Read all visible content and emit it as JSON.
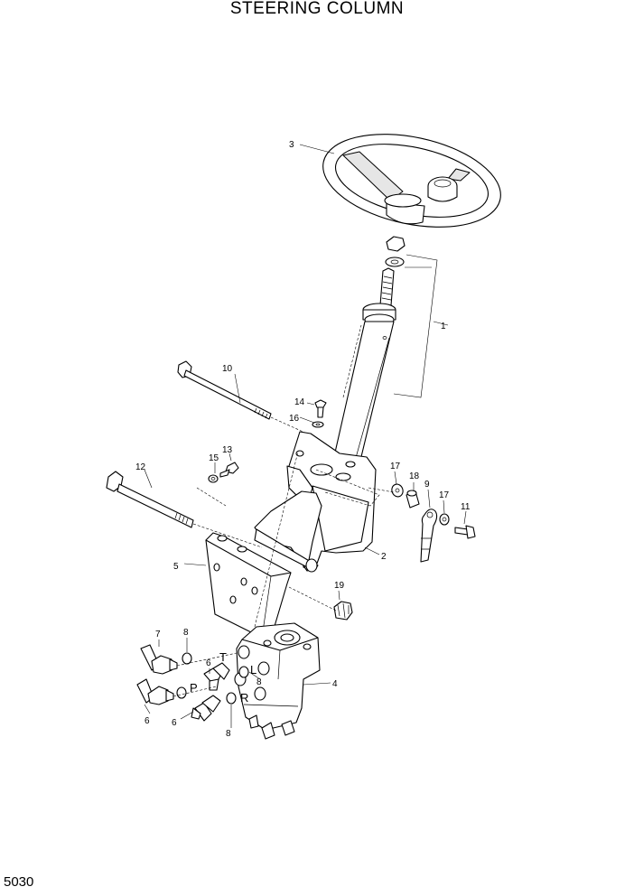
{
  "title": "STEERING COLUMN",
  "page_number": "5030",
  "callouts": {
    "c1": "1",
    "c2": "2",
    "c3": "3",
    "c4": "4",
    "c5": "5",
    "c6a": "6",
    "c6b": "6",
    "c6c": "6",
    "c7": "7",
    "c8a": "8",
    "c8b": "8",
    "c8c": "8",
    "c9": "9",
    "c10": "10",
    "c11": "11",
    "c12": "12",
    "c13": "13",
    "c14": "14",
    "c15": "15",
    "c16": "16",
    "c17a": "17",
    "c17b": "17",
    "c18": "18",
    "c19": "19"
  },
  "ports": {
    "T": "T",
    "L": "L",
    "P": "P",
    "R": "R"
  }
}
